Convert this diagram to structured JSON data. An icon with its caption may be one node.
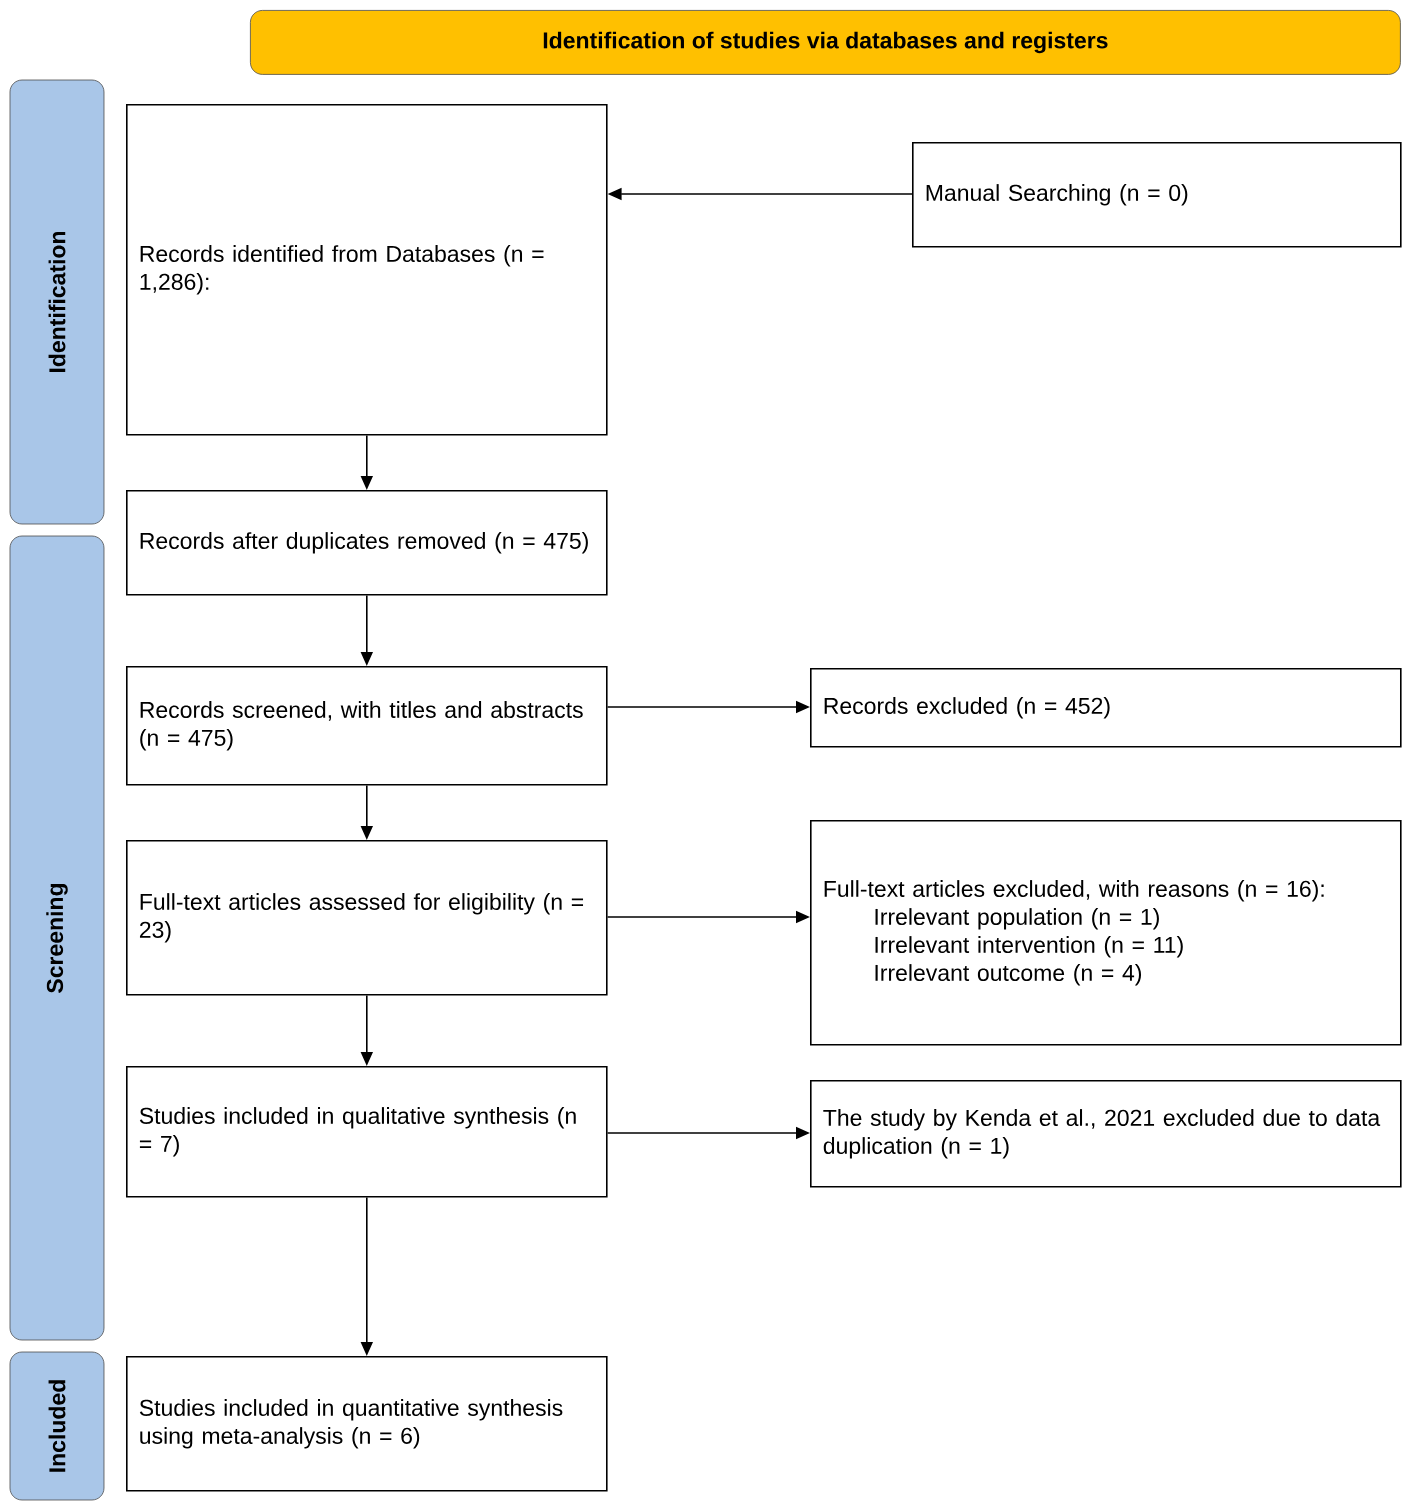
{
  "diagram": {
    "nodes": [
      {
        "text": [
          "Identification of studies via databases and registers"
        ]
      },
      {
        "text": [
          "Identification"
        ]
      },
      {
        "text": [
          "Screening"
        ]
      },
      {
        "text": [
          "Included"
        ]
      },
      {
        "text": [
          "Records identified from Databases (n = 1,286):"
        ]
      },
      {
        "text": [
          "Manual Searching (n = 0)"
        ]
      },
      {
        "text": [
          "Records after duplicates removed (n = 475)"
        ]
      },
      {
        "text": [
          "Records screened, with titles and abstracts (n = 475)"
        ]
      },
      {
        "text": [
          "Records excluded (n = 452)"
        ]
      },
      {
        "text": [
          "Full-text articles assessed for eligibility (n = 23)"
        ]
      },
      {
        "text": [
          "Full-text articles excluded, with reasons (n = 16):",
          "Irrelevant population (n = 1)",
          "Irrelevant intervention (n = 11)",
          "Irrelevant outcome (n = 4)"
        ]
      },
      {
        "text": [
          "Studies included in qualitative synthesis (n = 7)"
        ]
      },
      {
        "text": [
          "The study by Kenda et al., 2021 excluded due to data duplication (n = 1)"
        ]
      },
      {
        "text": [
          "Studies included in quantitative synthesis using meta-analysis (n = 6)"
        ]
      }
    ],
    "edges": [
      {
        "from": 5,
        "to": 4,
        "arrow": "to"
      },
      {
        "from": 4,
        "to": 6,
        "arrow": "to"
      },
      {
        "from": 6,
        "to": 7,
        "arrow": "to"
      },
      {
        "from": 7,
        "to": 8,
        "arrow": "to"
      },
      {
        "from": 7,
        "to": 9,
        "arrow": "to"
      },
      {
        "from": 9,
        "to": 10,
        "arrow": "to"
      },
      {
        "from": 9,
        "to": 11,
        "arrow": "to"
      },
      {
        "from": 11,
        "to": 12,
        "arrow": "to"
      },
      {
        "from": 11,
        "to": 13,
        "arrow": "to"
      }
    ]
  }
}
